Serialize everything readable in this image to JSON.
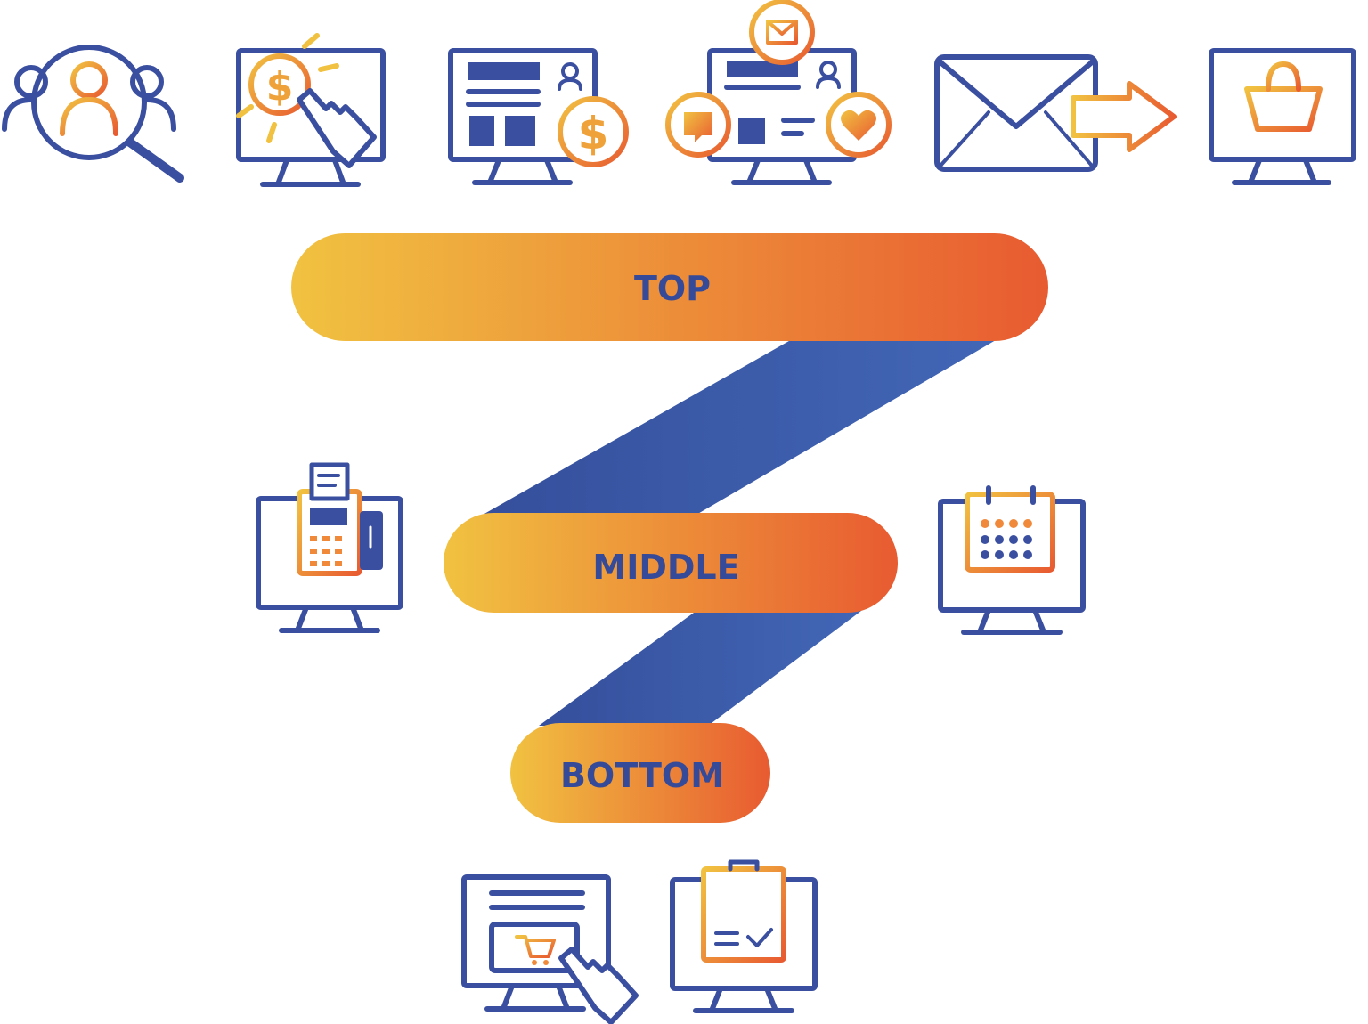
{
  "funnel": {
    "stages": [
      {
        "id": "top",
        "label": "TOP"
      },
      {
        "id": "middle",
        "label": "MIDDLE"
      },
      {
        "id": "bottom",
        "label": "BOTTOM"
      }
    ]
  },
  "icons": {
    "top_row": [
      "audience-search-icon",
      "pay-per-click-icon",
      "sponsored-content-icon",
      "social-media-engagement-icon",
      "email-marketing-icon",
      "online-shopping-icon"
    ],
    "middle_left": "payment-terminal-icon",
    "middle_right": "calendar-icon",
    "bottom_row": [
      "add-to-cart-icon",
      "checklist-icon"
    ]
  },
  "colors": {
    "blue": "#3a4fa0",
    "ribbon_blue": "#3e63b2",
    "gradient_start": "#f0c040",
    "gradient_end": "#e85d30"
  }
}
